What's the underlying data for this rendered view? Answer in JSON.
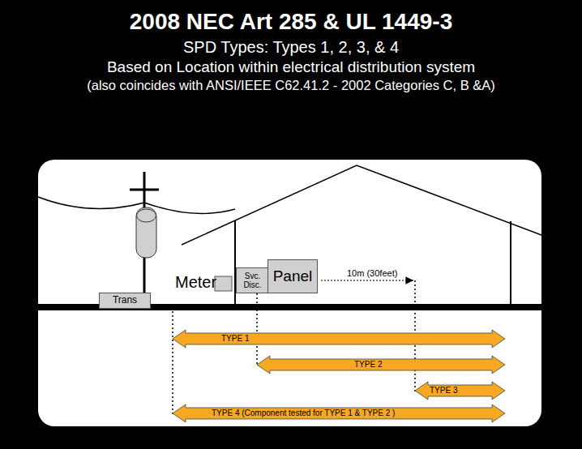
{
  "diagram": {
    "title": "2008 NEC Art 285 & UL 1449-3",
    "nodes": [
      {
        "text": [
          "Trans"
        ]
      },
      {
        "text": [
          "Svc. Disc."
        ]
      },
      {
        "text": [
          "Panel"
        ]
      },
      {
        "text": [
          "TYPE 1"
        ]
      },
      {
        "text": [
          "TYPE 2"
        ]
      },
      {
        "text": [
          "TYPE 3"
        ]
      },
      {
        "text": [
          "TYPE 4 (Component tested for TYPE 1 & TYPE 2 )"
        ]
      }
    ],
    "labels": [
      "SPD Types: Types 1, 2, 3, & 4",
      "Based on Location within electrical distribution system",
      "(also coincides with ANSI/IEEE C62.41.2 - 2002 Categories C, B &A)",
      "Meter",
      "10m (30feet)"
    ]
  }
}
